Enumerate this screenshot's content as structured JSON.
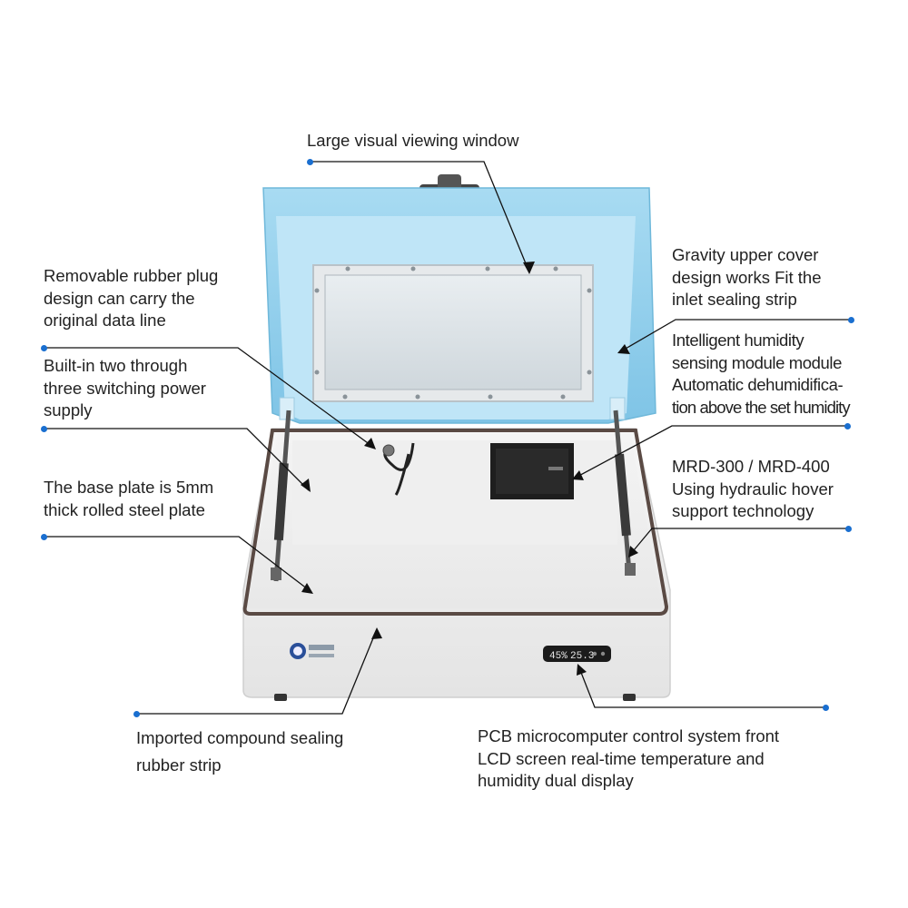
{
  "callouts": {
    "viewing_window": {
      "lines": [
        "Large visual viewing window"
      ]
    },
    "rubber_plug": {
      "lines": [
        "Removable rubber plug",
        "design can carry the",
        "original data line"
      ]
    },
    "power_supply": {
      "lines": [
        "Built-in two through",
        "three switching power",
        "supply"
      ]
    },
    "base_plate": {
      "lines": [
        "The base plate is 5mm",
        "thick rolled steel plate"
      ]
    },
    "sealing_strip": {
      "lines": [
        "Imported compound sealing",
        "rubber strip"
      ]
    },
    "upper_cover": {
      "lines": [
        "Gravity upper cover",
        "design works Fit the",
        "inlet sealing strip"
      ]
    },
    "humidity_module": {
      "lines": [
        "Intelligent humidity",
        "sensing module module",
        "Automatic dehumidifica-",
        "tion above the set humidity"
      ]
    },
    "hydraulic": {
      "lines": [
        "MRD-300 / MRD-400",
        "Using hydraulic hover",
        "support technology"
      ]
    },
    "pcb_control": {
      "lines": [
        "PCB microcomputer control system front",
        "LCD screen real-time temperature and",
        "humidity dual display"
      ]
    }
  },
  "display": {
    "humidity": "45%",
    "temperature": "25.3"
  },
  "colors": {
    "lid": "#8fd0ec",
    "lid_inner": "#bfe5f7",
    "body": "#f2f2f2",
    "accent_dot": "#1a6fd0",
    "seal": "#5a4a44"
  }
}
